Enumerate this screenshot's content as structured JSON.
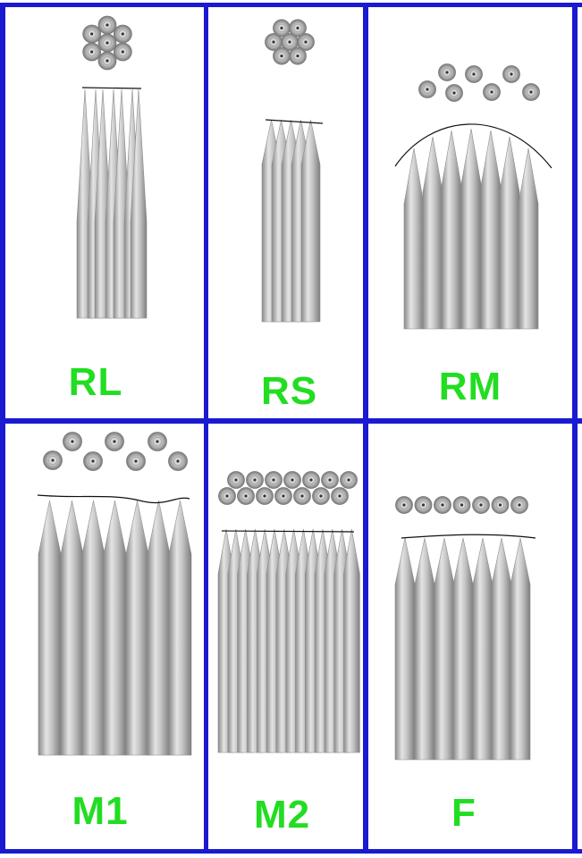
{
  "accent_color": "#1a1ad0",
  "label_color": "#22dd22",
  "needle_color": "#bcbcbc",
  "panels": [
    {
      "id": "rl",
      "label": "RL"
    },
    {
      "id": "rs",
      "label": "RS"
    },
    {
      "id": "rm",
      "label": "RM"
    },
    {
      "id": "m1",
      "label": "M1"
    },
    {
      "id": "m2",
      "label": "M2"
    },
    {
      "id": "f",
      "label": "F"
    }
  ]
}
